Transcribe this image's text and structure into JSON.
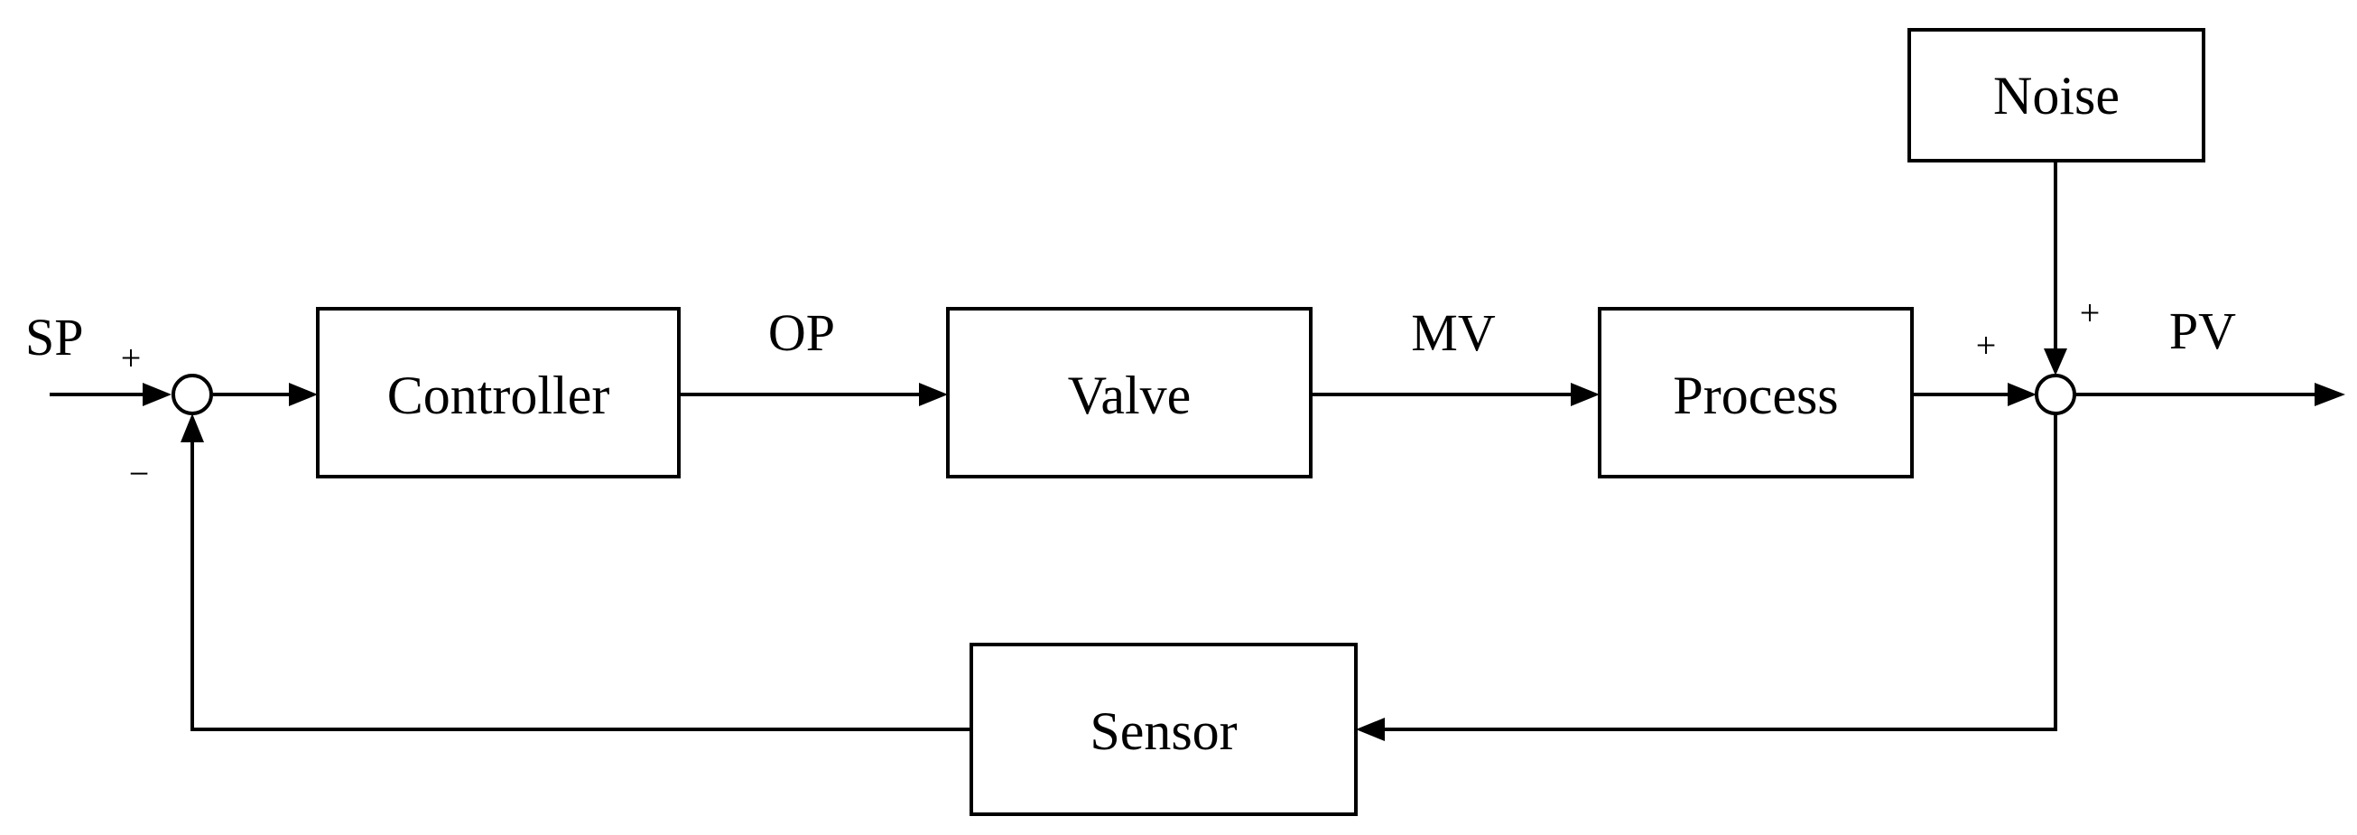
{
  "blocks": {
    "controller": "Controller",
    "valve": "Valve",
    "process": "Process",
    "noise": "Noise",
    "sensor": "Sensor"
  },
  "signals": {
    "sp": "SP",
    "op": "OP",
    "mv": "MV",
    "pv": "PV"
  },
  "signs": {
    "sum1_input": "+",
    "sum1_feedback": "−",
    "sum2_process": "+",
    "sum2_noise": "+"
  }
}
